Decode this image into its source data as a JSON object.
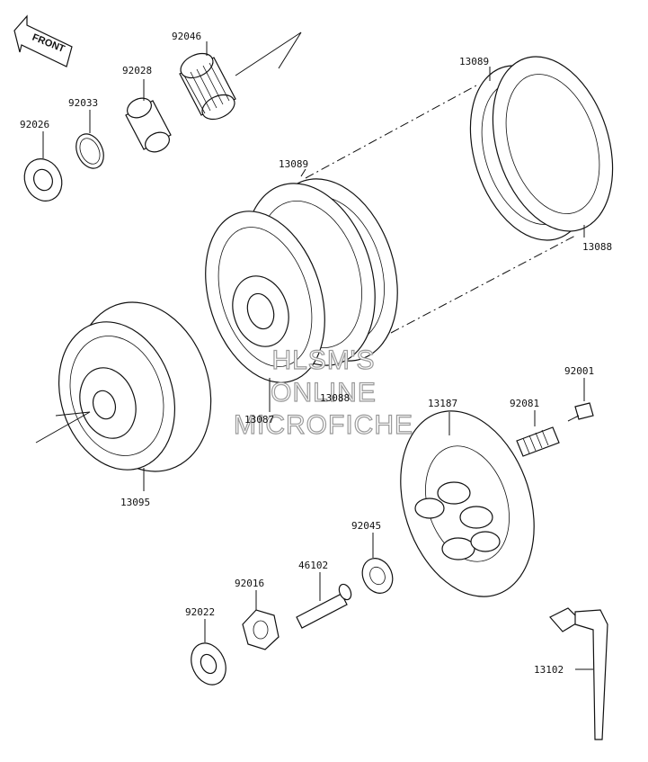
{
  "front_label": "FRONT",
  "watermark": [
    "HLSM'S",
    "ONLINE",
    "MICROFICHE"
  ],
  "part_numbers": {
    "p92046": "92046",
    "p92028": "92028",
    "p92033": "92033",
    "p92026": "92026",
    "p13089_top": "13089",
    "p13089_mid": "13089",
    "p13088_right": "13088",
    "p13088_mid": "13088",
    "p13087": "13087",
    "p13095": "13095",
    "p92001": "92001",
    "p92081": "92081",
    "p13187": "13187",
    "p92045": "92045",
    "p46102": "46102",
    "p92016": "92016",
    "p92022": "92022",
    "p13102": "13102"
  }
}
